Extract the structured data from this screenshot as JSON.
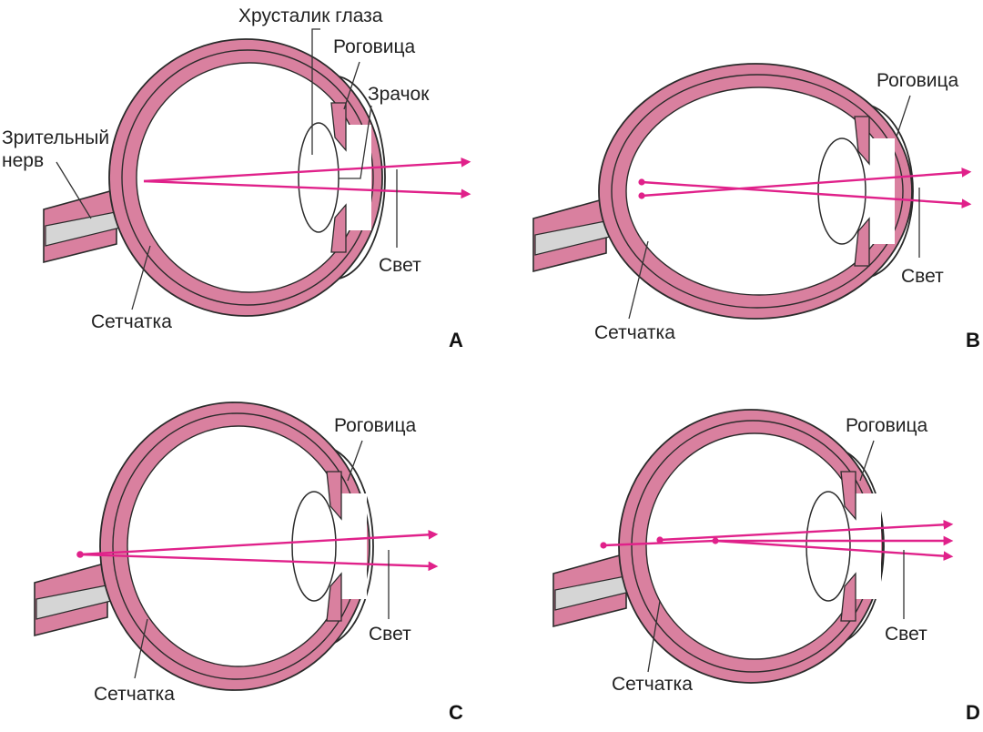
{
  "colors": {
    "wall": "#d9809f",
    "sclera_outline": "#2b2b2b",
    "lens_fill": "#ffffff",
    "nerve_core": "#d5d5d5",
    "light_ray": "#e0218a"
  },
  "panels": [
    {
      "id": "A",
      "letter": "A",
      "labels": {
        "lens": "Хрусталик глаза",
        "cornea": "Роговица",
        "pupil": "Зрачок",
        "optic_nerve_line1": "Зрительный",
        "optic_nerve_line2": "нерв",
        "light": "Свет",
        "retina": "Сетчатка"
      }
    },
    {
      "id": "B",
      "letter": "B",
      "labels": {
        "cornea": "Роговица",
        "light": "Свет",
        "retina": "Сетчатка"
      }
    },
    {
      "id": "C",
      "letter": "C",
      "labels": {
        "cornea": "Роговица",
        "light": "Свет",
        "retina": "Сетчатка"
      }
    },
    {
      "id": "D",
      "letter": "D",
      "labels": {
        "cornea": "Роговица",
        "light": "Свет",
        "retina": "Сетчатка"
      }
    }
  ]
}
